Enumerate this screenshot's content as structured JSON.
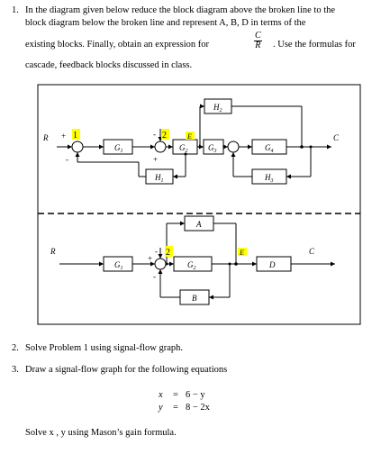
{
  "problem1": {
    "number": "1.",
    "line1": "In the diagram given below reduce the block diagram above the broken line to the",
    "line2": "block diagram below the broken line and represent  A, B, D  in terms of the",
    "line3a": "existing blocks.  Finally, obtain an expression for",
    "frac_num": "C",
    "frac_den": "R",
    "line3b": ".  Use the formulas for",
    "line4": "cascade, feedback blocks discussed in class."
  },
  "diagram_top": {
    "input": "R",
    "output": "C",
    "plus_sign": "+",
    "minus_sign": "-",
    "marker1": "1",
    "marker2": "2",
    "label_E": "E",
    "blocks": {
      "G1": "G",
      "G1_sub": "1",
      "G2": "G",
      "G2_sub": "2",
      "G3": "G",
      "G3_sub": "3",
      "G4": "G",
      "G4_sub": "4",
      "H1": "H",
      "H1_sub": "1",
      "H2": "H",
      "H2_sub": "2",
      "H3": "H",
      "H3_sub": "3"
    }
  },
  "diagram_bottom": {
    "input": "R",
    "output": "C",
    "plus_sign": "+",
    "minus_sign": "-",
    "marker2": "2",
    "label_E": "E",
    "blocks": {
      "G1": "G",
      "G1_sub": "1",
      "G2": "G",
      "G2_sub": "2",
      "A": "A",
      "B": "B",
      "D": "D"
    }
  },
  "problem2": {
    "number": "2.",
    "text": "Solve Problem 1 using signal-flow graph."
  },
  "problem3": {
    "number": "3.",
    "text": "Draw a signal-flow graph for the following equations",
    "eq1_lhs": "x",
    "eq1_eq": "=",
    "eq1_rhs": "6  −  y",
    "eq2_lhs": "y",
    "eq2_eq": "=",
    "eq2_rhs": "8  −  2x",
    "solve": "Solve x , y  using Mason’s gain formula."
  }
}
